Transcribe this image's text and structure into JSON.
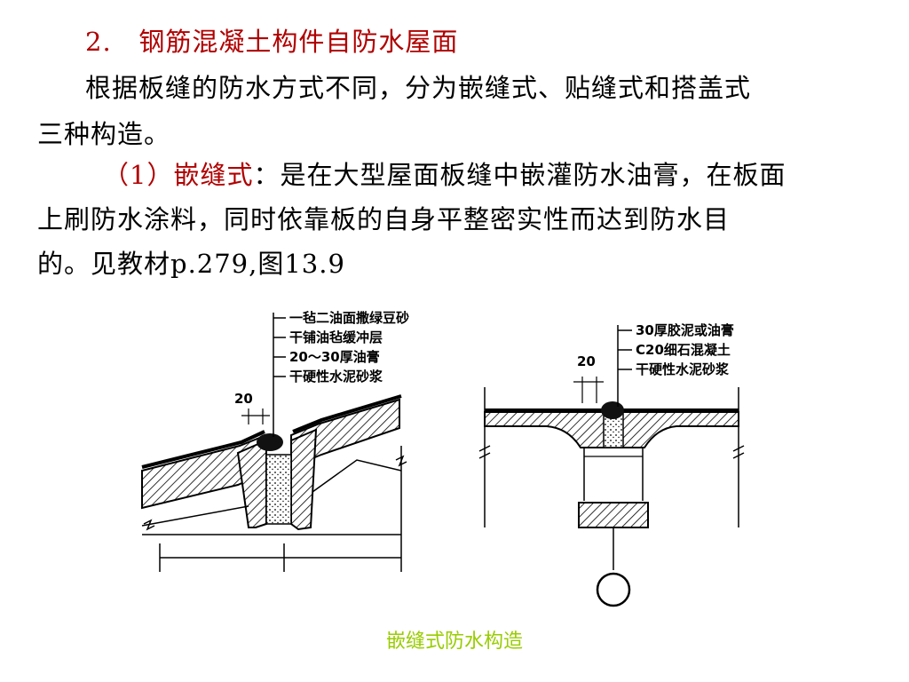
{
  "text": {
    "heading_number": "2.",
    "heading_title": "钢筋混凝土构件自防水屋面",
    "p1_line1": "根据板缝的防水方式不同，分为嵌缝式、贴缝式和搭盖式",
    "p1_line2": "三种构造。",
    "p2_term": "（1）嵌缝式",
    "p2_line1_rest": "：是在大型屋面板缝中嵌灌防水油膏，在板面",
    "p2_line2": "上刷防水涂料，同时依靠板的自身平整密实性而达到防水目",
    "p2_line3": "的。见教材p.279,图13.9"
  },
  "figure": {
    "left": {
      "labels": [
        "一毡二油面撒绿豆砂",
        "干铺油毡缓冲层",
        "20～30厚油膏",
        "干硬性水泥砂浆"
      ],
      "dimension": "20"
    },
    "right": {
      "labels": [
        "30厚胶泥或油膏",
        "C20细石混凝土",
        "干硬性水泥砂浆"
      ],
      "dimension": "20"
    },
    "caption": "嵌缝式防水构造"
  },
  "colors": {
    "heading": "#b00000",
    "body_text": "#000000",
    "caption": "#99cc00"
  }
}
